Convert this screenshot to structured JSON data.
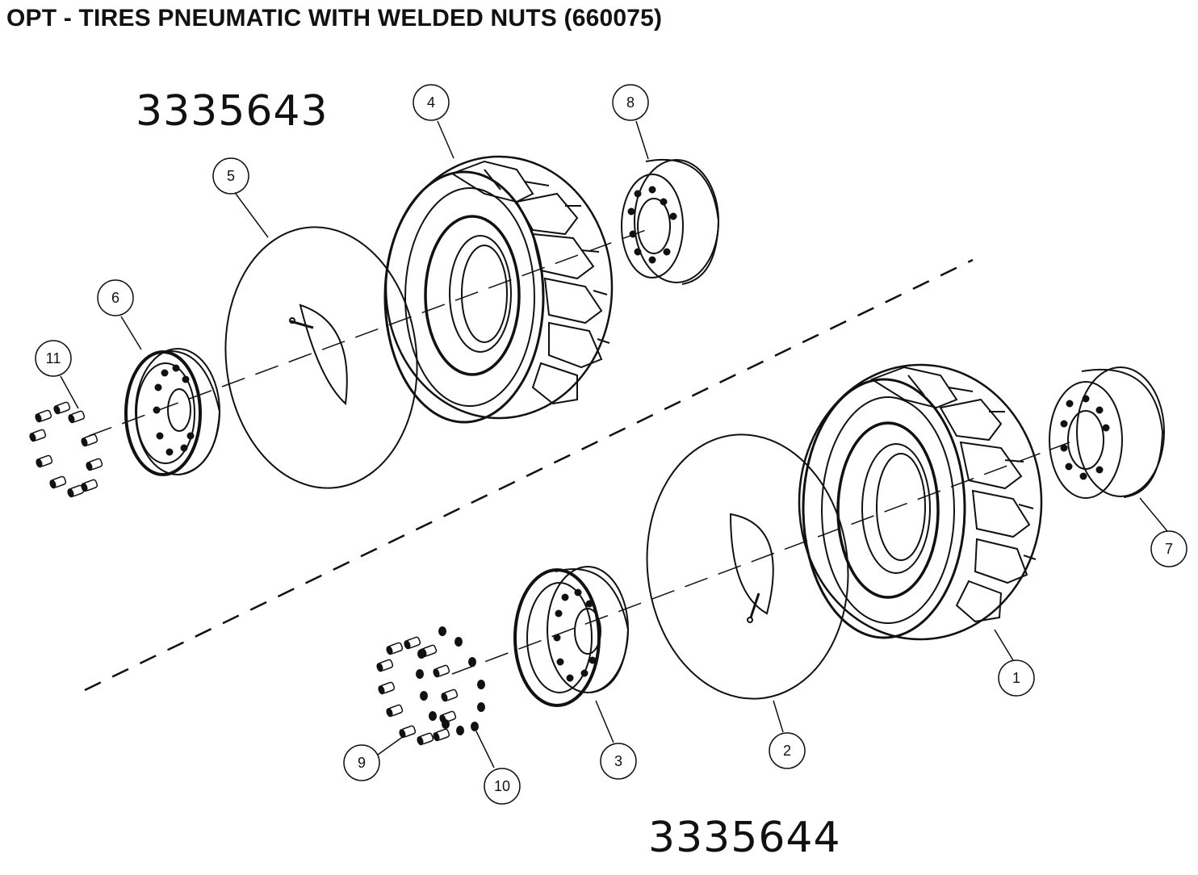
{
  "title": "OPT - TIRES PNEUMATIC WITH WELDED NUTS (660075)",
  "assemblies": [
    {
      "part_number": "3335643"
    },
    {
      "part_number": "3335644"
    }
  ],
  "callouts": [
    "1",
    "2",
    "3",
    "4",
    "5",
    "6",
    "7",
    "8",
    "9",
    "10",
    "11"
  ],
  "colors": {
    "ink": "#111111",
    "background": "#ffffff"
  }
}
